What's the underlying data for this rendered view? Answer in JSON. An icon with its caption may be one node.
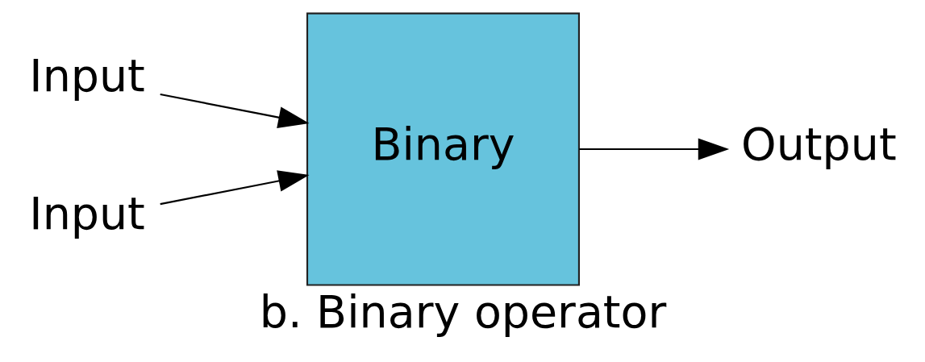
{
  "diagram": {
    "caption": "b. Binary operator",
    "nodes": [
      {
        "text": [
          "Input"
        ]
      },
      {
        "text": [
          "Input"
        ]
      },
      {
        "text": [
          "Binary"
        ]
      },
      {
        "text": [
          "Output"
        ]
      }
    ],
    "edges": [
      {
        "from": 0,
        "to": 2,
        "arrow": "to"
      },
      {
        "from": 1,
        "to": 2,
        "arrow": "to"
      },
      {
        "from": 2,
        "to": 3,
        "arrow": "to"
      }
    ]
  }
}
